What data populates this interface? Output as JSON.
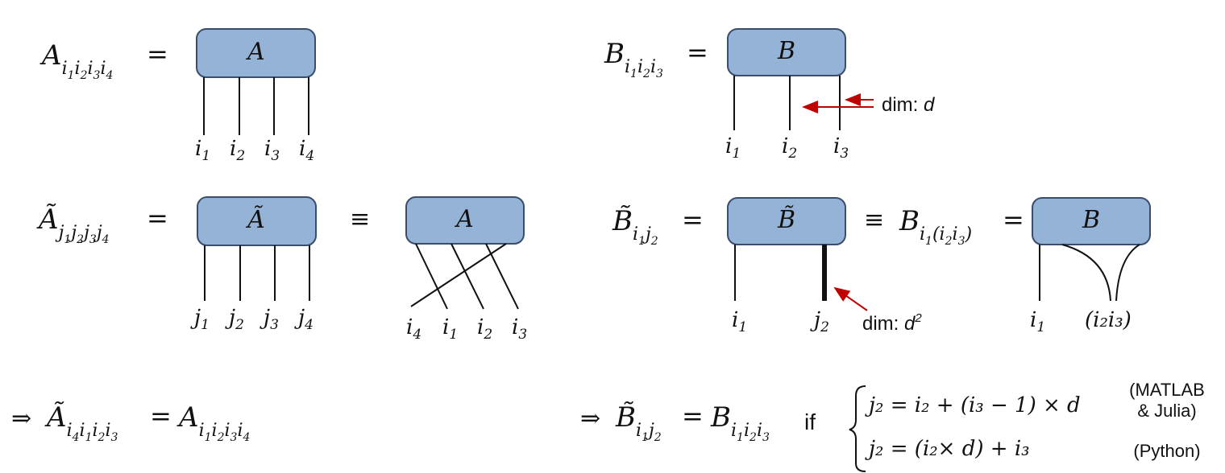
{
  "eq_a": {
    "lhs": "A",
    "lhs_sub": [
      "i",
      "1",
      "i",
      "2",
      "i",
      "3",
      "i",
      "4"
    ],
    "equals": "=",
    "box": "A",
    "legs": [
      [
        "i",
        "1"
      ],
      [
        "i",
        "2"
      ],
      [
        "i",
        "3"
      ],
      [
        "i",
        "4"
      ]
    ]
  },
  "eq_b": {
    "lhs": "B",
    "equals": "=",
    "box": "B",
    "legs": [
      [
        "i",
        "1"
      ],
      [
        "i",
        "2"
      ],
      [
        "i",
        "3"
      ]
    ],
    "dim_label": "dim:",
    "dim_var": "d"
  },
  "eq_at": {
    "lhs": "Ã",
    "equals": "=",
    "box": "Ã",
    "equiv": "≡",
    "box2": "A",
    "legs": [
      [
        "j",
        "1"
      ],
      [
        "j",
        "2"
      ],
      [
        "j",
        "3"
      ],
      [
        "j",
        "4"
      ]
    ],
    "legs2": [
      [
        "i",
        "4"
      ],
      [
        "i",
        "1"
      ],
      [
        "i",
        "2"
      ],
      [
        "i",
        "3"
      ]
    ]
  },
  "eq_bt": {
    "lhs": "B̃",
    "equals": "=",
    "box": "B̃",
    "equiv": "≡",
    "mid": "B",
    "equals2": "=",
    "box2": "B",
    "legs": [
      [
        "i",
        "1"
      ],
      [
        "j",
        "2"
      ]
    ],
    "legs2_left": [
      "i",
      "1"
    ],
    "legs2_right": "(i₂i₃)",
    "dim_label": "dim:",
    "dim_var": "d",
    "dim_exp": "2"
  },
  "result_a": {
    "implies": "⇒",
    "lhs": "Ã",
    "equals": "=",
    "rhs": "A"
  },
  "result_b": {
    "implies": "⇒",
    "lhs": "B̃",
    "equals": "=",
    "rhs": "B",
    "if": "if",
    "case1": "j₂ = i₂ + (i₃ − 1) × d",
    "case1_note_1": "(MATLAB",
    "case1_note_2": "& Julia)",
    "case2": "j₂ = (i₂× d) + i₃",
    "case2_note": "(Python)"
  }
}
